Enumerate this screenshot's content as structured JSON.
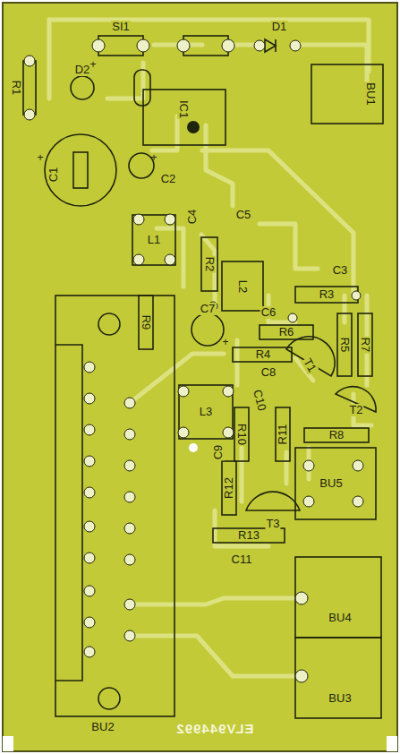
{
  "diagram": {
    "labels": [
      "SI1",
      "D1",
      "R1",
      "D2",
      "IC1",
      "BU1",
      "C1",
      "C2",
      "C4",
      "C5",
      "L1",
      "R2",
      "L2",
      "C3",
      "R3",
      "R9",
      "C6",
      "R6",
      "C7",
      "R4",
      "R5",
      "R7",
      "T1",
      "C8",
      "L3",
      "C10",
      "T2",
      "C9",
      "R10",
      "R11",
      "R8",
      "BU5",
      "R12",
      "T3",
      "R13",
      "C11",
      "BU4",
      "BU2",
      "BU3",
      "ELV944992",
      "+",
      "+",
      "+",
      "+"
    ]
  }
}
